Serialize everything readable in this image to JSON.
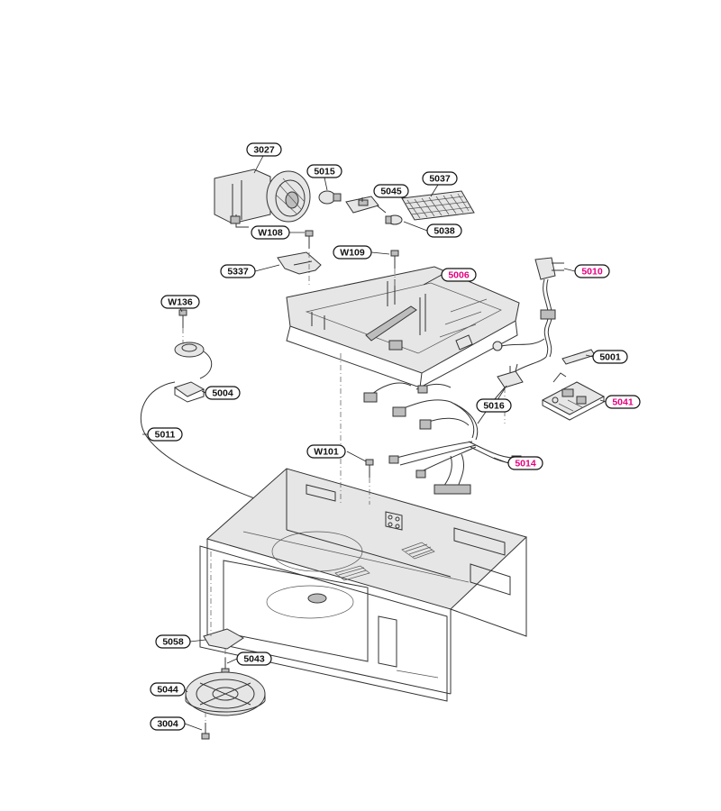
{
  "colors": {
    "ink": "#111111",
    "highlight": "#e4007f"
  },
  "labels": [
    {
      "id": "l3027",
      "text": "3027",
      "highlight": false
    },
    {
      "id": "l5015",
      "text": "5015",
      "highlight": false
    },
    {
      "id": "l5037",
      "text": "5037",
      "highlight": false
    },
    {
      "id": "l5045",
      "text": "5045",
      "highlight": false
    },
    {
      "id": "l5038",
      "text": "5038",
      "highlight": false
    },
    {
      "id": "lW108",
      "text": "W108",
      "highlight": false
    },
    {
      "id": "lW109",
      "text": "W109",
      "highlight": false
    },
    {
      "id": "l5337",
      "text": "5337",
      "highlight": false
    },
    {
      "id": "l5006",
      "text": "5006",
      "highlight": true
    },
    {
      "id": "l5010",
      "text": "5010",
      "highlight": true
    },
    {
      "id": "lW136",
      "text": "W136",
      "highlight": false
    },
    {
      "id": "l5001",
      "text": "5001",
      "highlight": false
    },
    {
      "id": "l5004",
      "text": "5004",
      "highlight": false
    },
    {
      "id": "l5041",
      "text": "5041",
      "highlight": true
    },
    {
      "id": "l5016",
      "text": "5016",
      "highlight": false
    },
    {
      "id": "l5011",
      "text": "5011",
      "highlight": false
    },
    {
      "id": "lW101",
      "text": "W101",
      "highlight": false
    },
    {
      "id": "l5014",
      "text": "5014",
      "highlight": true
    },
    {
      "id": "l5058",
      "text": "5058",
      "highlight": false
    },
    {
      "id": "l5043",
      "text": "5043",
      "highlight": false
    },
    {
      "id": "l5044",
      "text": "5044",
      "highlight": false
    },
    {
      "id": "l3004",
      "text": "3004",
      "highlight": false
    }
  ]
}
